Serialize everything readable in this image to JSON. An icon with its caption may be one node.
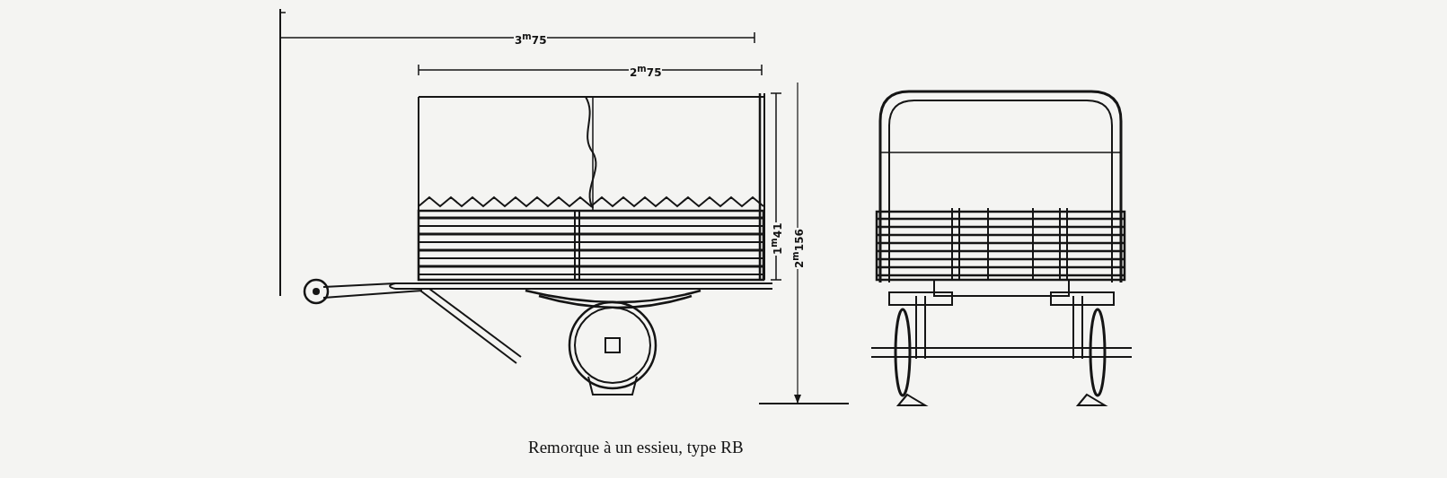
{
  "diagram": {
    "caption": "Remorque à un essieu, type RB",
    "labels": [
      "3$^{m}$75",
      "2$^{m}$75",
      "1$^{m}$41",
      "2$^{m}$156"
    ]
  }
}
